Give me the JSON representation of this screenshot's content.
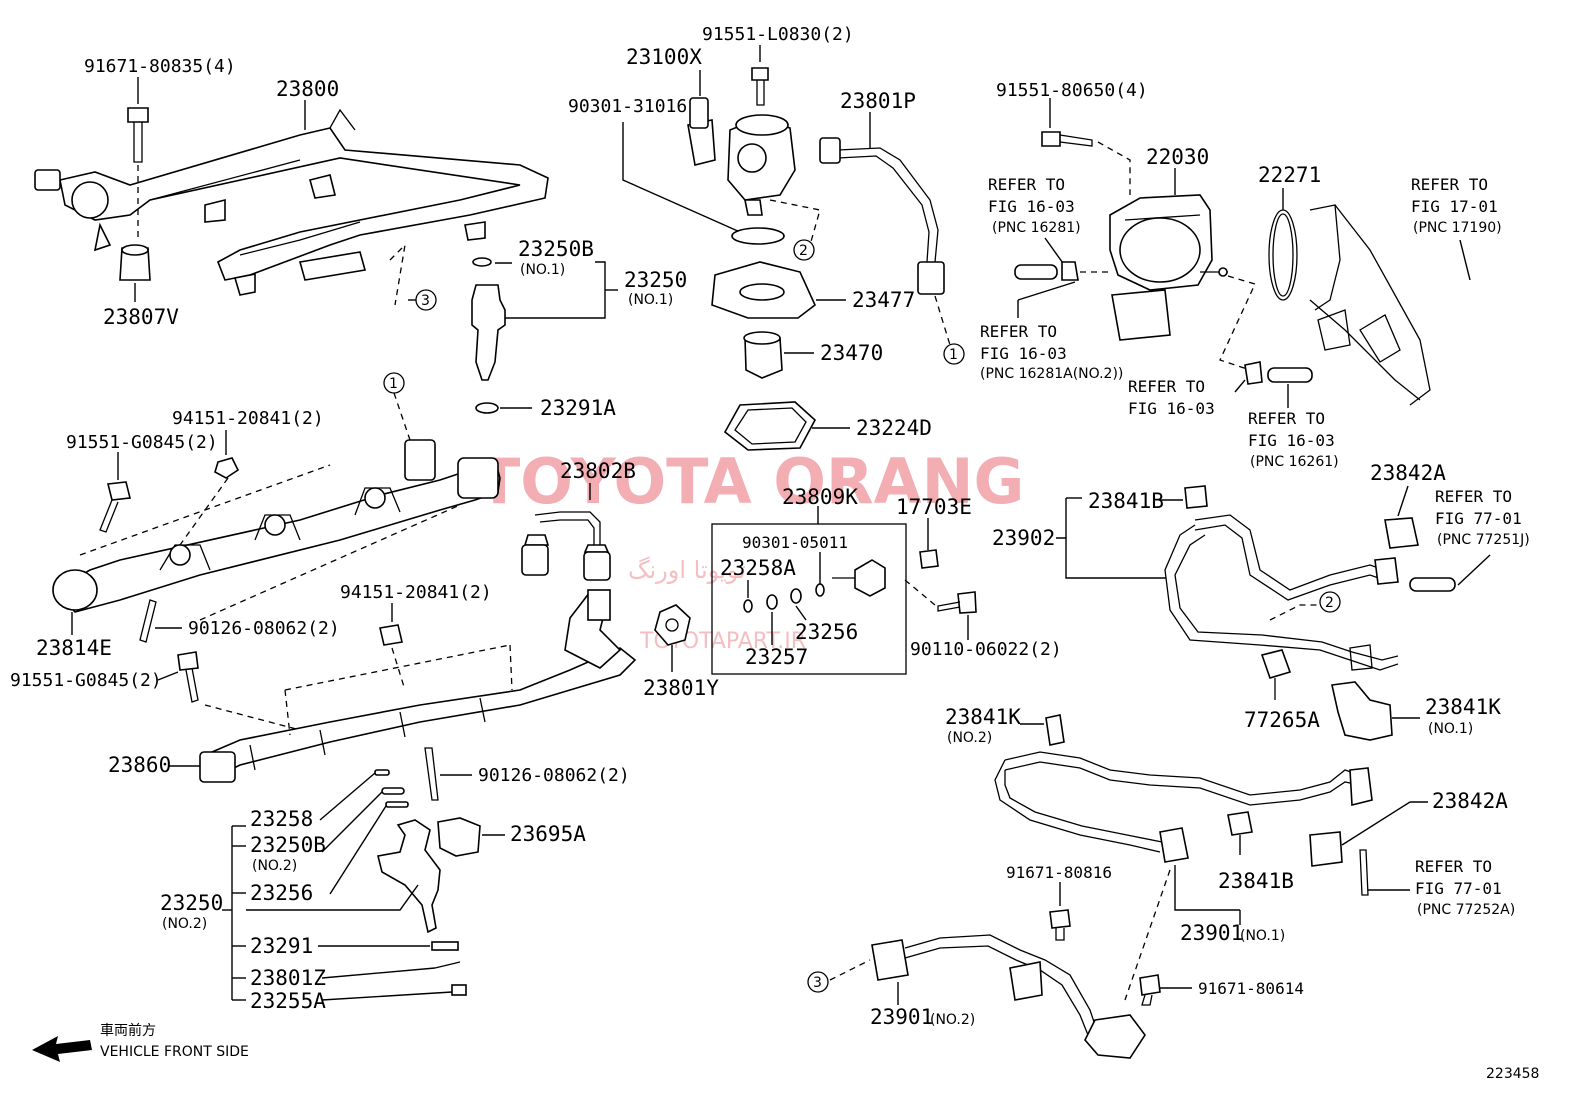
{
  "diagram_id": "223458",
  "watermark": {
    "main": "TOYOTA ORANG",
    "persian": "تویوتا اورنگ",
    "site": "TOYOTAPART.IR"
  },
  "front_side": {
    "japanese": "車両前方",
    "english": "VEHICLE FRONT SIDE"
  },
  "callouts": {
    "c1": "1",
    "c2": "2",
    "c3": "3"
  },
  "labels": {
    "p91671_80835": "91671-80835(4)",
    "p23800": "23800",
    "p23807V": "23807V",
    "p91551_L0830": "91551-L0830(2)",
    "p23100X": "23100X",
    "p90301_31016": "90301-31016",
    "p23801P": "23801P",
    "p23250B": "23250B",
    "p23250B_no1": "(NO.1)",
    "p23250": "23250",
    "p23250_no1": "(NO.1)",
    "p23477": "23477",
    "p23470": "23470",
    "p23291A": "23291A",
    "p23224D": "23224D",
    "p91551_80650": "91551-80650(4)",
    "p22030": "22030",
    "p22271": "22271",
    "refer_1603_a": "REFER TO",
    "refer_1603_a2": "FIG 16-03",
    "refer_1603_a3": "(PNC 16281)",
    "refer_1701": "REFER TO",
    "refer_1701_2": "FIG 17-01",
    "refer_1701_3": "(PNC 17190)",
    "refer_1603_b": "REFER TO",
    "refer_1603_b2": "FIG 16-03",
    "refer_1603_b3": "(PNC 16281A(NO.2))",
    "refer_1603_c": "REFER TO",
    "refer_1603_c2": "FIG 16-03",
    "refer_1603_d": "REFER TO",
    "refer_1603_d2": "FIG 16-03",
    "refer_1603_d3": "(PNC 16261)",
    "p94151_20841_a": "94151-20841(2)",
    "p91551_G0845_a": "91551-G0845(2)",
    "p23802B": "23802B",
    "p23809K": "23809K",
    "p17703E": "17703E",
    "p90301_05011": "90301-05011",
    "p23258A": "23258A",
    "p23256_a": "23256",
    "p23257": "23257",
    "p90110_06022": "90110-06022(2)",
    "p23801Y": "23801Y",
    "p23814E": "23814E",
    "p90126_08062_a": "90126-08062(2)",
    "p94151_20841_b": "94151-20841(2)",
    "p91551_G0845_b": "91551-G0845(2)",
    "p23860": "23860",
    "p90126_08062_b": "90126-08062(2)",
    "p23258": "23258",
    "p23250B_b": "23250B",
    "p23250B_no2": "(NO.2)",
    "p23256_b": "23256",
    "p23250_b": "23250",
    "p23250_no2": "(NO.2)",
    "p23291": "23291",
    "p23801Z": "23801Z",
    "p23255A": "23255A",
    "p23695A": "23695A",
    "p23842A_a": "23842A",
    "refer_7701_a": "REFER TO",
    "refer_7701_a2": "FIG 77-01",
    "refer_7701_a3": "(PNC 77251J)",
    "p23841B_a": "23841B",
    "p23902": "23902",
    "p77265A": "77265A",
    "p23841K_a": "23841K",
    "p23841K_a_no1": "(NO.1)",
    "p23841K_b": "23841K",
    "p23841K_b_no2": "(NO.2)",
    "p23842A_b": "23842A",
    "refer_7701_b": "REFER TO",
    "refer_7701_b2": "FIG 77-01",
    "refer_7701_b3": "(PNC 77252A)",
    "p91671_80816": "91671-80816",
    "p23841B_b": "23841B",
    "p23901_no1": "23901",
    "p23901_no1_tag": "(NO.1)",
    "p91671_80614": "91671-80614",
    "p23901_no2": "23901",
    "p23901_no2_tag": "(NO.2)"
  }
}
